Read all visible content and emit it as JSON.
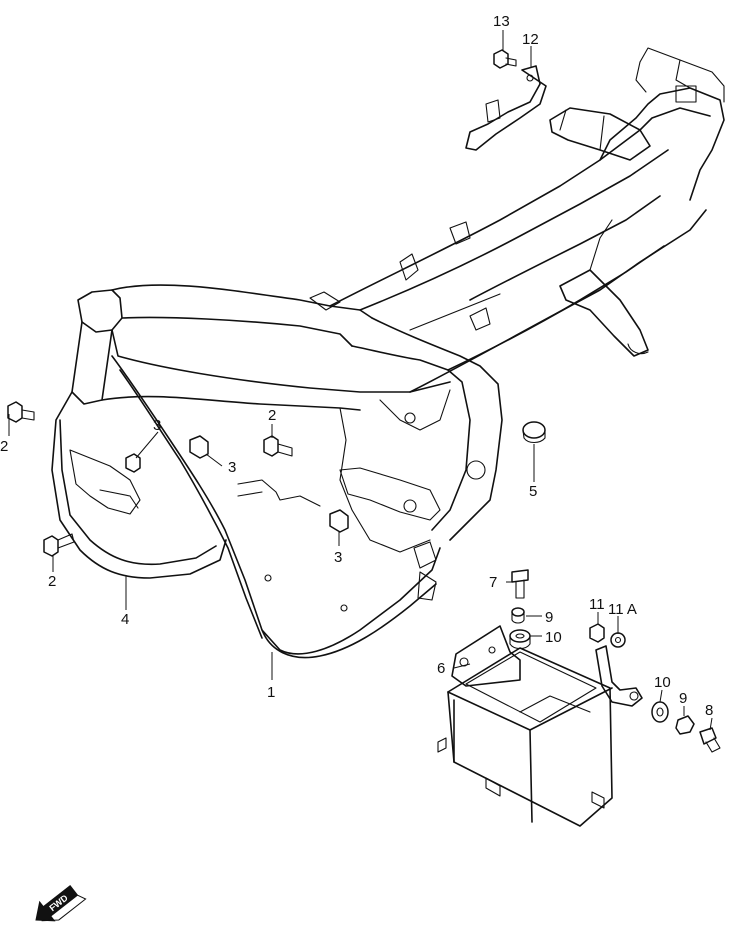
{
  "callouts": [
    {
      "id": "13",
      "label": "13"
    },
    {
      "id": "12",
      "label": "12"
    },
    {
      "id": "2a",
      "label": "2"
    },
    {
      "id": "3a",
      "label": "3"
    },
    {
      "id": "2b",
      "label": "2"
    },
    {
      "id": "3b",
      "label": "3"
    },
    {
      "id": "5",
      "label": "5"
    },
    {
      "id": "2c",
      "label": "2"
    },
    {
      "id": "4",
      "label": "4"
    },
    {
      "id": "3c",
      "label": "3"
    },
    {
      "id": "7",
      "label": "7"
    },
    {
      "id": "9a",
      "label": "9"
    },
    {
      "id": "11",
      "label": "11"
    },
    {
      "id": "11A",
      "label": "11 A"
    },
    {
      "id": "10a",
      "label": "10"
    },
    {
      "id": "6",
      "label": "6"
    },
    {
      "id": "1",
      "label": "1"
    },
    {
      "id": "10b",
      "label": "10"
    },
    {
      "id": "9b",
      "label": "9"
    },
    {
      "id": "8",
      "label": "8"
    }
  ],
  "fwd": {
    "label": "FWD"
  }
}
